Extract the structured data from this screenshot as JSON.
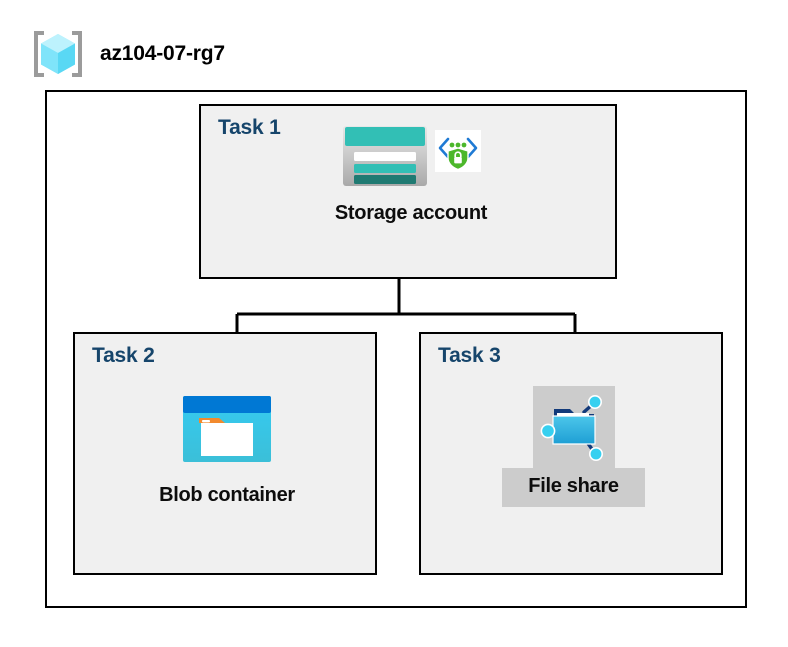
{
  "header": {
    "title": "az104-07-rg7",
    "icon": "resource-group-icon"
  },
  "resource_group": {
    "name": "az104-07-rg7",
    "tasks": [
      {
        "label": "Task 1",
        "node": {
          "caption": "Storage account",
          "icon": "storage-account-icon",
          "secondary_icon": "secure-identity-icon",
          "highlighted": false
        }
      },
      {
        "label": "Task 2",
        "node": {
          "caption": "Blob container",
          "icon": "blob-container-icon",
          "highlighted": false
        }
      },
      {
        "label": "Task 3",
        "node": {
          "caption": "File share",
          "icon": "file-share-icon",
          "highlighted": true
        }
      }
    ]
  },
  "colors": {
    "task_label": "#16456b",
    "task_fill": "#f0f0f0",
    "border": "#000000",
    "highlight": "#cccccc",
    "storage_teal": "#32bfb5",
    "storage_teal_dark": "#1f7a72",
    "blob_blue": "#0078d4",
    "blob_cyan": "#32c8ea",
    "blob_orange": "#f28a2e",
    "share_node_cyan": "#37d0f0",
    "identity_green": "#4cb72b",
    "cube_cyan": "#59e2fa",
    "bracket_gray": "#9b9b9b"
  }
}
